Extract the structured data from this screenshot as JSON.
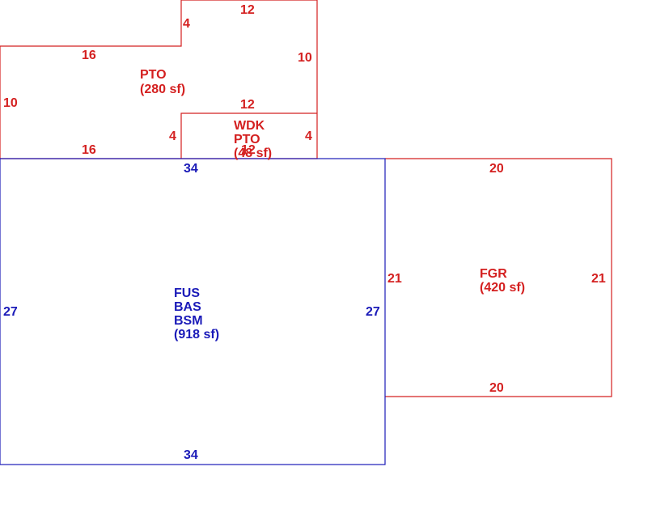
{
  "colors": {
    "attached": "#d42020",
    "main": "#1a1ab8"
  },
  "areas": {
    "pto": {
      "code": "PTO",
      "area": "(280 sf)"
    },
    "wdk": {
      "code1": "WDK",
      "code2": "PTO",
      "area": "(48 sf)"
    },
    "main": {
      "code1": "FUS",
      "code2": "BAS",
      "code3": "BSM",
      "area": "(918 sf)"
    },
    "fgr": {
      "code": "FGR",
      "area": "(420 sf)"
    }
  },
  "dims": {
    "pto_top": "12",
    "pto_notch": "4",
    "pto_upper_left": "16",
    "pto_right": "10",
    "pto_left": "10",
    "pto_inner": "12",
    "pto_bottom": "16",
    "wdk_left": "4",
    "wdk_right": "4",
    "wdk_bottom": "12",
    "main_top": "34",
    "main_left": "27",
    "main_right": "27",
    "main_bottom": "34",
    "fgr_top": "20",
    "fgr_left": "21",
    "fgr_right": "21",
    "fgr_bottom": "20"
  }
}
